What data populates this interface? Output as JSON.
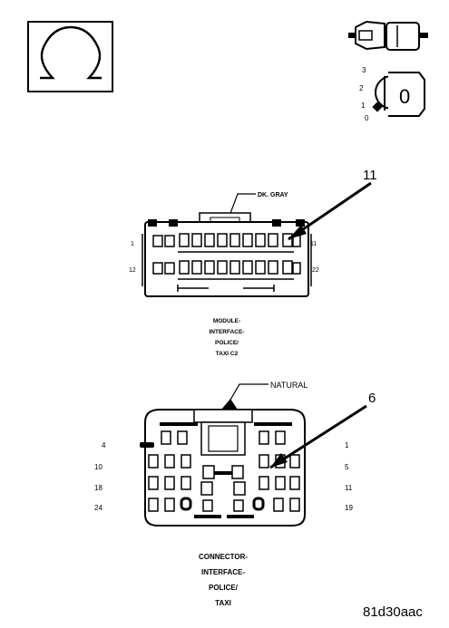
{
  "icons": {
    "ohmmeter": "ohm-symbol-icon",
    "connector": "connector-plug-icon",
    "ignition": "ignition-key-icon"
  },
  "ignition": {
    "positions": [
      "3",
      "2",
      "1",
      "0"
    ],
    "key_label": "0"
  },
  "connector_top": {
    "callout_number": "11",
    "color_label": "DK. GRAY",
    "pin_labels": {
      "top_left": "1",
      "top_right": "11",
      "bottom_left": "12",
      "bottom_right": "22"
    },
    "caption": [
      "MODULE-",
      "INTERFACE-",
      "POLICE/",
      "TAXI C2"
    ]
  },
  "connector_bottom": {
    "callout_number": "6",
    "color_label": "NATURAL",
    "pin_labels": {
      "left": [
        "4",
        "10",
        "18",
        "24"
      ],
      "right": [
        "1",
        "5",
        "11",
        "19"
      ]
    },
    "caption": [
      "CONNECTOR-",
      "INTERFACE-",
      "POLICE/",
      "TAXI"
    ]
  },
  "figure_id": "81d30aac"
}
